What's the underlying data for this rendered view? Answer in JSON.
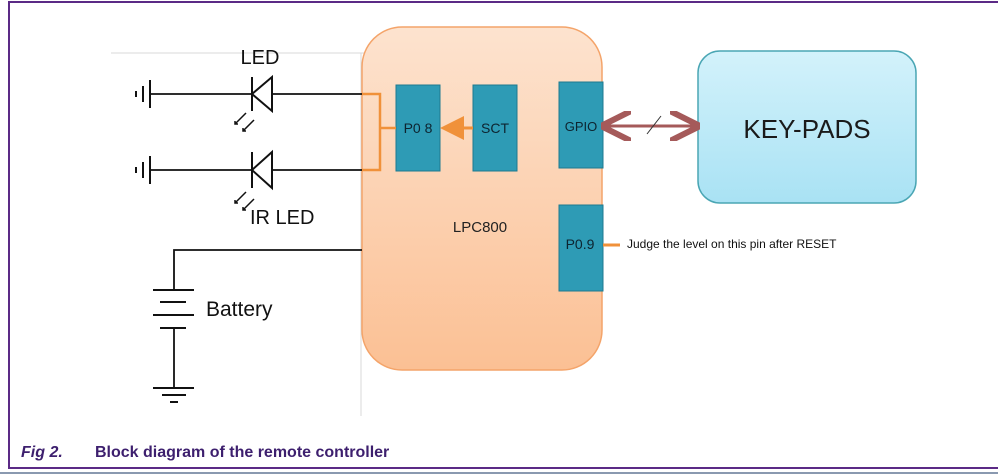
{
  "diagram": {
    "labels": {
      "led": "LED",
      "ir_led": "IR LED",
      "battery": "Battery",
      "mcu": "LPC800",
      "p08": "P0 8",
      "sct": "SCT",
      "gpio": "GPIO",
      "p09": "P0.9",
      "keypads": "KEY-PADS",
      "p09_note": "Judge the level on this pin after RESET"
    },
    "colors": {
      "mcu_fill": "#fbc9a3",
      "mcu_stroke": "#f4a46a",
      "block_fill": "#2e9bb5",
      "block_stroke": "#1d7a90",
      "keypads_fill": "#bfeaf7",
      "keypads_stroke": "#4aa6b4",
      "orange_wire": "#f0913a",
      "bus_arrow": "#a55a5a",
      "frame": "#5b2a86",
      "caption": "#3d1f6e"
    }
  },
  "caption": {
    "fig_label": "Fig 2.",
    "title": "Block diagram of the remote controller"
  }
}
